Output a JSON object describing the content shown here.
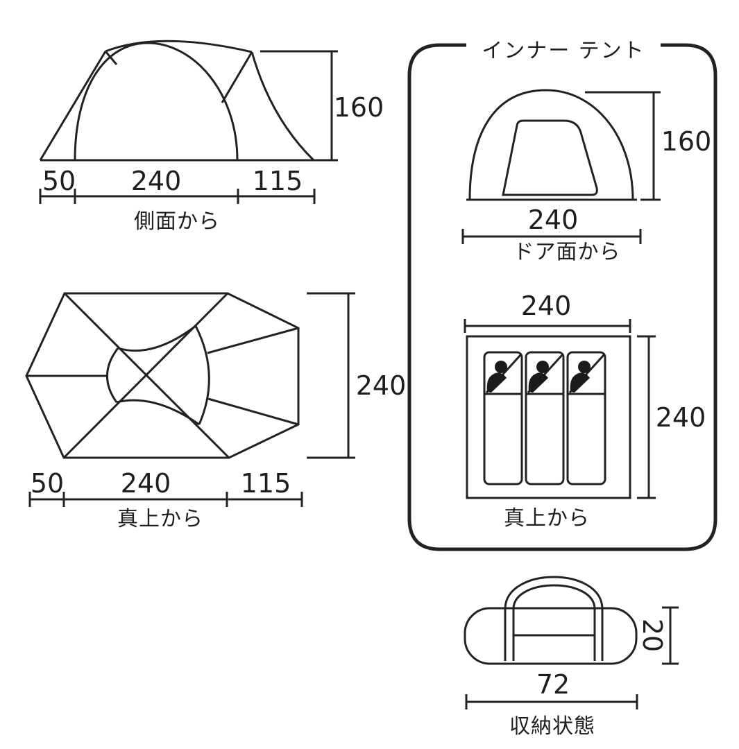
{
  "page": {
    "background_color": "#ffffff",
    "line_color": "#222222",
    "description_language": "ja"
  },
  "side_view": {
    "caption": "側面から",
    "height_label": "160",
    "width_labels": [
      "50",
      "240",
      "115"
    ]
  },
  "top_view": {
    "caption": "真上から",
    "depth_label": "240",
    "width_labels": [
      "50",
      "240",
      "115"
    ]
  },
  "inner_tent": {
    "title": "インナー テント",
    "door_view": {
      "caption": "ドア面から",
      "width_label": "240",
      "height_label": "160"
    },
    "top_view": {
      "caption": "真上から",
      "width_label": "240",
      "depth_label": "240",
      "sleeping_bag_count": 3
    }
  },
  "storage": {
    "caption": "収納状態",
    "width_label": "72",
    "height_label": "20"
  }
}
